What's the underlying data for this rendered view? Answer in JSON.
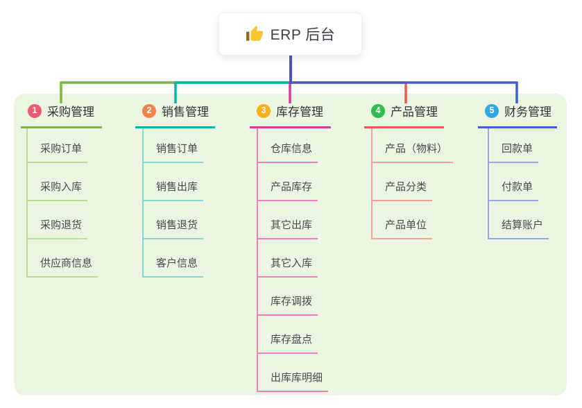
{
  "root": {
    "title": "ERP 后台",
    "icon": "thumbs-up"
  },
  "theme": {
    "page_bg": "#ffffff",
    "panel_bg": "#eaf6e2",
    "card_bg": "#ffffff",
    "card_border": "#f1f1f1",
    "root_title_color": "#3a3f4b",
    "root_connector": "#4a55cc",
    "thumb_yellow": "#fbc531",
    "thumb_cuff_brown": "#9c6527"
  },
  "branches": [
    {
      "number": "1",
      "title": "采购管理",
      "badge_color": "#ee5b6d",
      "line_color": "#7cb93f",
      "light_color": "#b9dc9b",
      "children": [
        "采购订单",
        "采购入库",
        "采购退货",
        "供应商信息"
      ]
    },
    {
      "number": "2",
      "title": "销售管理",
      "badge_color": "#f5814d",
      "line_color": "#00b5ad",
      "light_color": "#8bd8d2",
      "children": [
        "销售订单",
        "销售出库",
        "销售退货",
        "客户信息"
      ]
    },
    {
      "number": "3",
      "title": "库存管理",
      "badge_color": "#f9b017",
      "line_color": "#d93a9c",
      "light_color": "#f07fc0",
      "children": [
        "仓库信息",
        "产品库存",
        "其它出库",
        "其它入库",
        "库存调拨",
        "库存盘点",
        "出库库明细"
      ]
    },
    {
      "number": "4",
      "title": "产品管理",
      "badge_color": "#2fbd51",
      "line_color": "#f4564d",
      "light_color": "#f9a29b",
      "children": [
        "产品（物料）",
        "产品分类",
        "产品单位"
      ]
    },
    {
      "number": "5",
      "title": "财务管理",
      "badge_color": "#30a8e2",
      "line_color": "#3e5fd3",
      "light_color": "#97a8e4",
      "children": [
        "回款单",
        "付款单",
        "结算账户"
      ]
    }
  ]
}
